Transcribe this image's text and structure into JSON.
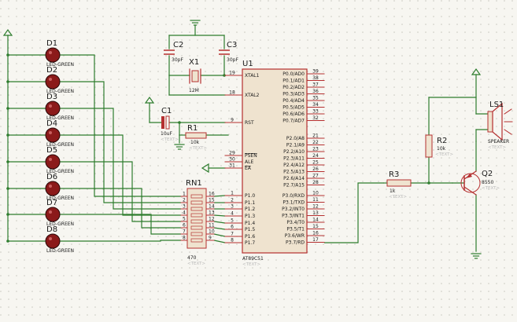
{
  "colors": {
    "background": "#f7f6f1",
    "grid_dot": "#c9c8c0",
    "wire": "#2e7d2e",
    "component": "#b53030",
    "led": "#8b1a1a",
    "ic_fill": "#efe3cf",
    "text": "#1a1a1a",
    "placeholder_text": "#b9b9b9"
  },
  "placeholder_text": "<TEXT>",
  "leds": {
    "refs": [
      "D1",
      "D2",
      "D3",
      "D4",
      "D5",
      "D6",
      "D7",
      "D8"
    ],
    "value_label": "LED-GREEN"
  },
  "crystal": {
    "ref": "X1",
    "value": "12M"
  },
  "caps": {
    "c2": {
      "ref": "C2",
      "value": "30pF"
    },
    "c3": {
      "ref": "C3",
      "value": "30pF"
    },
    "c1": {
      "ref": "C1",
      "value": "10uF"
    }
  },
  "resistors": {
    "r1": {
      "ref": "R1",
      "value": "10k"
    },
    "r2": {
      "ref": "R2",
      "value": "10k"
    },
    "r3": {
      "ref": "R3",
      "value": "1k"
    }
  },
  "rn1": {
    "ref": "RN1",
    "value": "470",
    "left_pins": [
      "1",
      "2",
      "3",
      "4",
      "5",
      "6",
      "7",
      "8"
    ],
    "right_pins": [
      "16",
      "15",
      "14",
      "13",
      "12",
      "11",
      "10",
      "9"
    ]
  },
  "mcu": {
    "ref": "U1",
    "part": "AT89C51",
    "left_pins": [
      {
        "num": "19",
        "name": "XTAL1",
        "bar": false
      },
      {
        "num": "18",
        "name": "XTAL2",
        "bar": false
      },
      {
        "num": "9",
        "name": "RST",
        "bar": false
      },
      {
        "num": "29",
        "name": "PSEN",
        "bar": true
      },
      {
        "num": "30",
        "name": "ALE",
        "bar": false
      },
      {
        "num": "31",
        "name": "EA",
        "bar": true
      },
      {
        "num": "1",
        "name": "P1.0",
        "bar": false
      },
      {
        "num": "2",
        "name": "P1.1",
        "bar": false
      },
      {
        "num": "3",
        "name": "P1.2",
        "bar": false
      },
      {
        "num": "4",
        "name": "P1.3",
        "bar": false
      },
      {
        "num": "5",
        "name": "P1.4",
        "bar": false
      },
      {
        "num": "6",
        "name": "P1.5",
        "bar": false
      },
      {
        "num": "7",
        "name": "P1.6",
        "bar": false
      },
      {
        "num": "8",
        "name": "P1.7",
        "bar": false
      }
    ],
    "right_pins_p0": [
      {
        "num": "39",
        "name": "P0.0/AD0"
      },
      {
        "num": "38",
        "name": "P0.1/AD1"
      },
      {
        "num": "37",
        "name": "P0.2/AD2"
      },
      {
        "num": "36",
        "name": "P0.3/AD3"
      },
      {
        "num": "35",
        "name": "P0.4/AD4"
      },
      {
        "num": "34",
        "name": "P0.5/AD5"
      },
      {
        "num": "33",
        "name": "P0.6/AD6"
      },
      {
        "num": "32",
        "name": "P0.7/AD7"
      }
    ],
    "right_pins_p2": [
      {
        "num": "21",
        "name": "P2.0/A8"
      },
      {
        "num": "22",
        "name": "P2.1/A9"
      },
      {
        "num": "23",
        "name": "P2.2/A10"
      },
      {
        "num": "24",
        "name": "P2.3/A11"
      },
      {
        "num": "25",
        "name": "P2.4/A12"
      },
      {
        "num": "26",
        "name": "P2.5/A13"
      },
      {
        "num": "27",
        "name": "P2.6/A14"
      },
      {
        "num": "28",
        "name": "P2.7/A15"
      }
    ],
    "right_pins_p3": [
      {
        "num": "10",
        "name": "P3.0/RXD"
      },
      {
        "num": "11",
        "name": "P3.1/TXD"
      },
      {
        "num": "12",
        "name": "P3.2/INT0"
      },
      {
        "num": "13",
        "name": "P3.3/INT1"
      },
      {
        "num": "14",
        "name": "P3.4/T0"
      },
      {
        "num": "15",
        "name": "P3.5/T1"
      },
      {
        "num": "16",
        "name": "P3.6/WR"
      },
      {
        "num": "17",
        "name": "P3.7/RD"
      }
    ]
  },
  "transistor": {
    "ref": "Q2",
    "value": "8550"
  },
  "speaker": {
    "ref": "LS1",
    "value": "SPEAKER"
  }
}
